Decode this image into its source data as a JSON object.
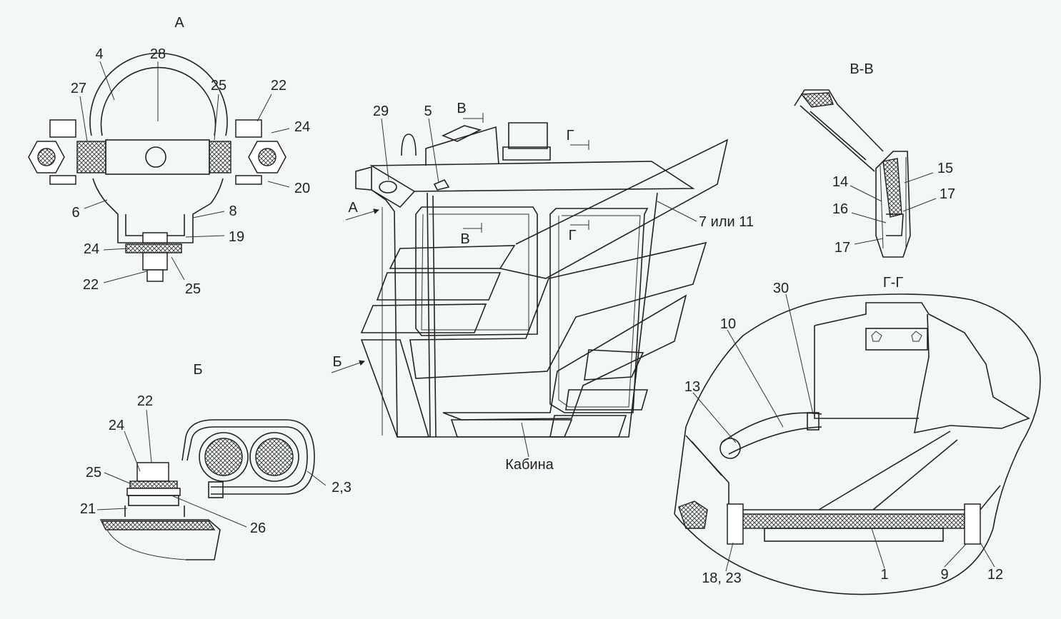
{
  "views": {
    "A": "А",
    "B": "Б",
    "V": "В-В",
    "G": "Г-Г"
  },
  "cab": {
    "label": "Кабина",
    "arrows": {
      "A": "А",
      "B": "Б",
      "V": "В",
      "G": "Г"
    }
  },
  "part_numbers": {
    "view_a": [
      "4",
      "28",
      "27",
      "25",
      "22",
      "24",
      "20",
      "6",
      "8",
      "19",
      "24",
      "22",
      "25"
    ],
    "view_b": [
      "22",
      "24",
      "25",
      "21",
      "26",
      "2,3"
    ],
    "cab": [
      "29",
      "5",
      "7 или 11"
    ],
    "section_v": [
      "14",
      "15",
      "16",
      "17",
      "17"
    ],
    "section_g": [
      "30",
      "10",
      "13",
      "18, 23",
      "1",
      "9",
      "12"
    ]
  },
  "colors": {
    "background": "#f4f8f4",
    "line": "#222222"
  }
}
